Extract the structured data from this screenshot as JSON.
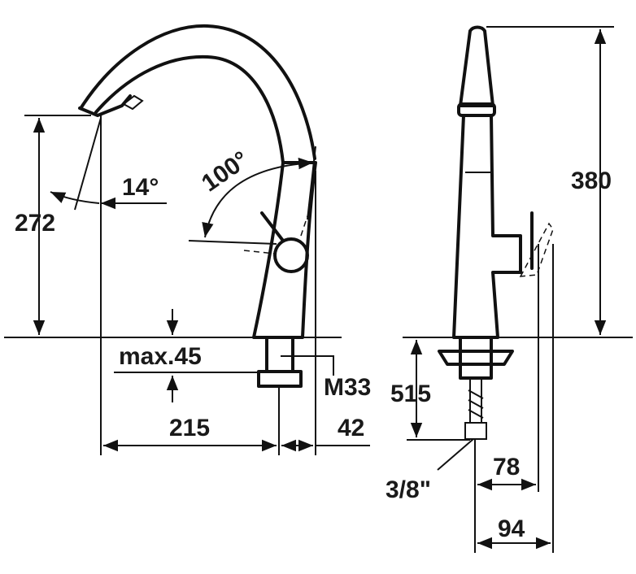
{
  "labels": {
    "height_spout": "272",
    "spout_angle": "14°",
    "swivel_angle": "100°",
    "max_thickness": "max.45",
    "thread": "M33",
    "reach": "215",
    "base_offset": "42",
    "total_height": "380",
    "hose_length": "515",
    "connection": "3/8\"",
    "side_depth_1": "78",
    "side_depth_2": "94"
  }
}
